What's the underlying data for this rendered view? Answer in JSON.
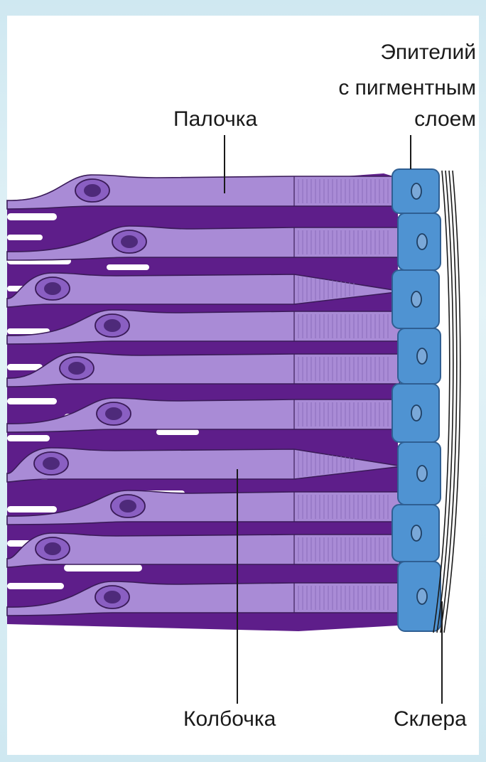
{
  "labels": {
    "rod": "Палочка",
    "epithelium": [
      "Эпителий",
      "с пигментным",
      "слоем"
    ],
    "cone": "Колбочка",
    "sclera": "Склера"
  },
  "colors": {
    "background": "#d6ecf3",
    "dark_purple": "#5e1e8a",
    "light_purple": "#a98bd6",
    "outline": "#3a1b58",
    "epithelium_blue": "#4f93d2",
    "nucleus": "#4e2a7a",
    "sclera_line": "#1a1a1a"
  }
}
